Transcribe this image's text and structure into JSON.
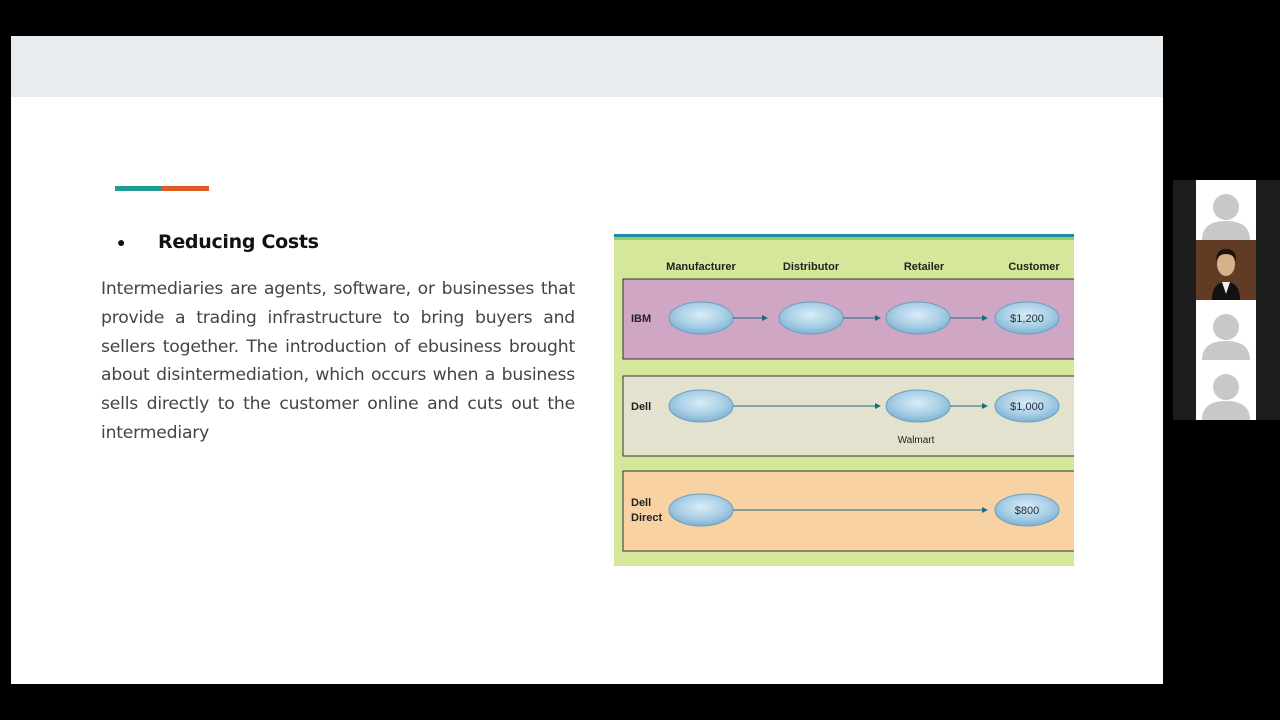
{
  "slide": {
    "bullet": "●",
    "heading": "Reducing Costs",
    "body": "Intermediaries are agents, software, or businesses that provide a trading infrastructure to bring buyers and sellers together. The introduction of ebusiness brought about disintermediation, which occurs when a business sells directly to the customer online and cuts out the intermediary"
  },
  "figure": {
    "columns": [
      "Manufacturer",
      "Distributor",
      "Retailer",
      "Customer"
    ],
    "rows": [
      {
        "label": [
          "IBM"
        ],
        "price": "$1,200",
        "sublabel": ""
      },
      {
        "label": [
          "Dell"
        ],
        "price": "$1,000",
        "sublabel": "Walmart"
      },
      {
        "label": [
          "Dell",
          "Direct"
        ],
        "price": "$800",
        "sublabel": ""
      }
    ]
  },
  "participants": [
    {
      "kind": "avatar-placeholder"
    },
    {
      "kind": "video"
    },
    {
      "kind": "avatar-placeholder"
    },
    {
      "kind": "avatar-placeholder"
    }
  ],
  "colors": {
    "accent_teal": "#1e9c8f",
    "accent_orange": "#e15a24",
    "figure_bg": "#d5e79b",
    "row_ibm": "#cfa6c4",
    "row_dell": "#e2e2cf",
    "row_dell_direct": "#f9d2a3"
  }
}
